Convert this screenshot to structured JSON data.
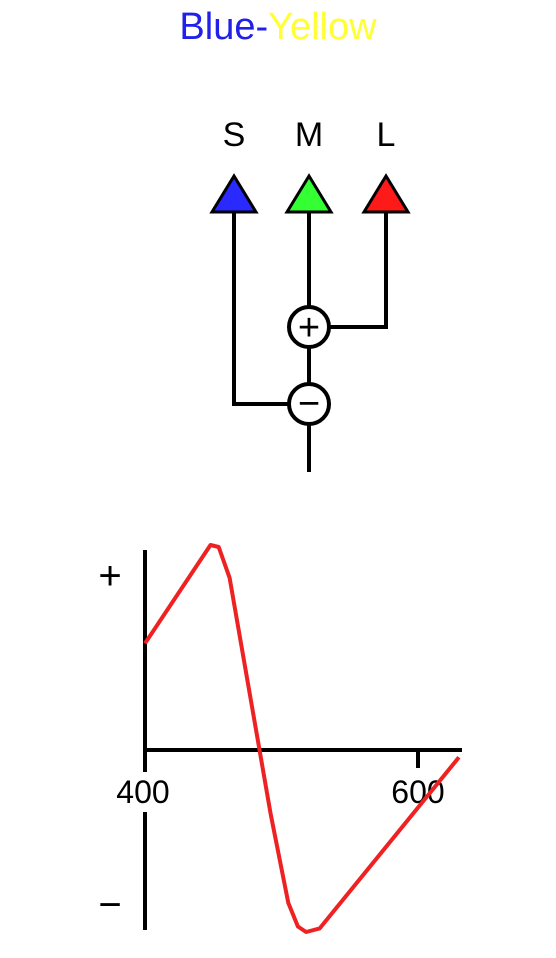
{
  "title": {
    "part1": "Blue",
    "separator": "-",
    "part2": "Yellow",
    "color1": "#2020e8",
    "color_sep": "#2020e8",
    "color2": "#ffff33"
  },
  "cones": [
    {
      "label": "S",
      "color": "#2a2aff"
    },
    {
      "label": "M",
      "color": "#33ff33"
    },
    {
      "label": "L",
      "color": "#ff1a1a"
    }
  ],
  "operators": {
    "sum_symbol": "+",
    "diff_symbol": "−"
  },
  "chart_data": {
    "type": "line",
    "title": "",
    "xlabel": "",
    "ylabel": "",
    "xlim": [
      400,
      630
    ],
    "ylim": [
      -1,
      1
    ],
    "x_ticks": [
      "400",
      "600"
    ],
    "y_markers": {
      "positive": "+",
      "negative": "−"
    },
    "grid": false,
    "series": [
      {
        "color": "#ee2222",
        "points": [
          [
            400,
            0.52
          ],
          [
            448,
            1.0
          ],
          [
            454,
            0.99
          ],
          [
            462,
            0.84
          ],
          [
            492,
            -0.35
          ],
          [
            505,
            -0.84
          ],
          [
            512,
            -0.97
          ],
          [
            518,
            -1.0
          ],
          [
            528,
            -0.98
          ],
          [
            630,
            -0.04
          ]
        ]
      }
    ]
  }
}
